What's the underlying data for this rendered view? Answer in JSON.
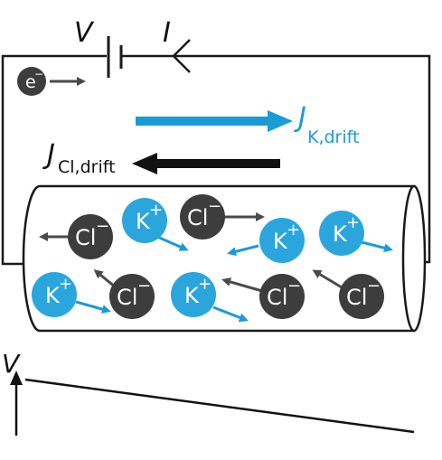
{
  "labels": {
    "voltage": "V",
    "current": "I",
    "electron": "e",
    "electron_charge": "−",
    "flux_k_main": "J",
    "flux_k_sub": "K,drift",
    "flux_cl_main": "J",
    "flux_cl_sub": "Cl,drift",
    "potential_axis": "V"
  },
  "ions": {
    "k": {
      "text": "K",
      "charge": "+"
    },
    "cl": {
      "text": "Cl",
      "charge": "−"
    }
  },
  "colors": {
    "k_fill": "#2aa6dd",
    "k_text": "#ffffff",
    "cl_fill": "#3d3d3d",
    "cl_text": "#ffffff",
    "k_arrow": "#1a9bd7",
    "cl_arrow": "#4a4a4a",
    "wire": "#1a1a1a",
    "flux_k": "#1a9bd7",
    "flux_cl": "#111111"
  }
}
